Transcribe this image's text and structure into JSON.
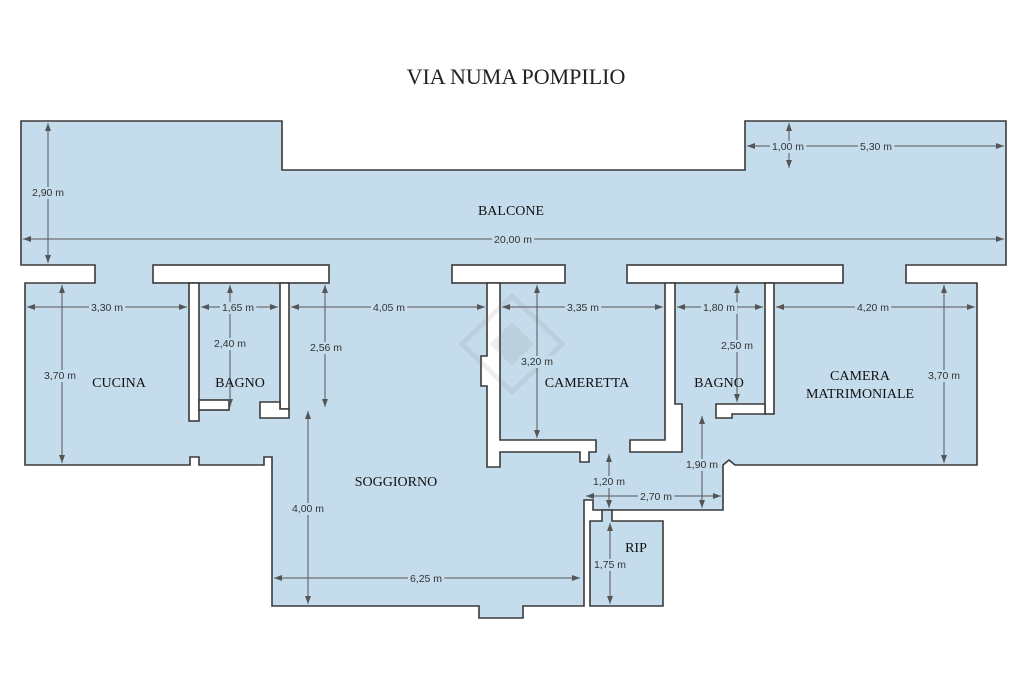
{
  "title": "VIA NUMA POMPILIO",
  "rooms": {
    "balcone": "BALCONE",
    "cucina": "CUCINA",
    "bagno1": "BAGNO",
    "soggiorno": "SOGGIORNO",
    "cameretta": "CAMERETTA",
    "bagno2": "BAGNO",
    "camera_line1": "CAMERA",
    "camera_line2": "MATRIMONIALE",
    "rip": "RIP"
  },
  "dimensions": {
    "balcone_height": "2,90 m",
    "balcone_width": "20,00 m",
    "balcone_step_h": "1,00 m",
    "balcone_step_w": "5,30 m",
    "cucina_w": "3,30 m",
    "cucina_h": "3,70 m",
    "bagno1_w": "1,65 m",
    "bagno1_h": "2,40 m",
    "corridor_h": "2,56 m",
    "soggiorno_top_w": "4,05 m",
    "soggiorno_h": "4,00 m",
    "soggiorno_w": "6,25 m",
    "cameretta_w": "3,35 m",
    "cameretta_h": "3,20 m",
    "bagno2_w": "1,80 m",
    "bagno2_h": "2,50 m",
    "camera_w": "4,20 m",
    "camera_h": "3,70 m",
    "hall_h": "1,20 m",
    "hall_w": "2,70 m",
    "hall2_h": "1,90 m",
    "rip_h": "1,75 m"
  },
  "colors": {
    "floor": "#c5dcec",
    "wall": "#3a3a3a"
  }
}
